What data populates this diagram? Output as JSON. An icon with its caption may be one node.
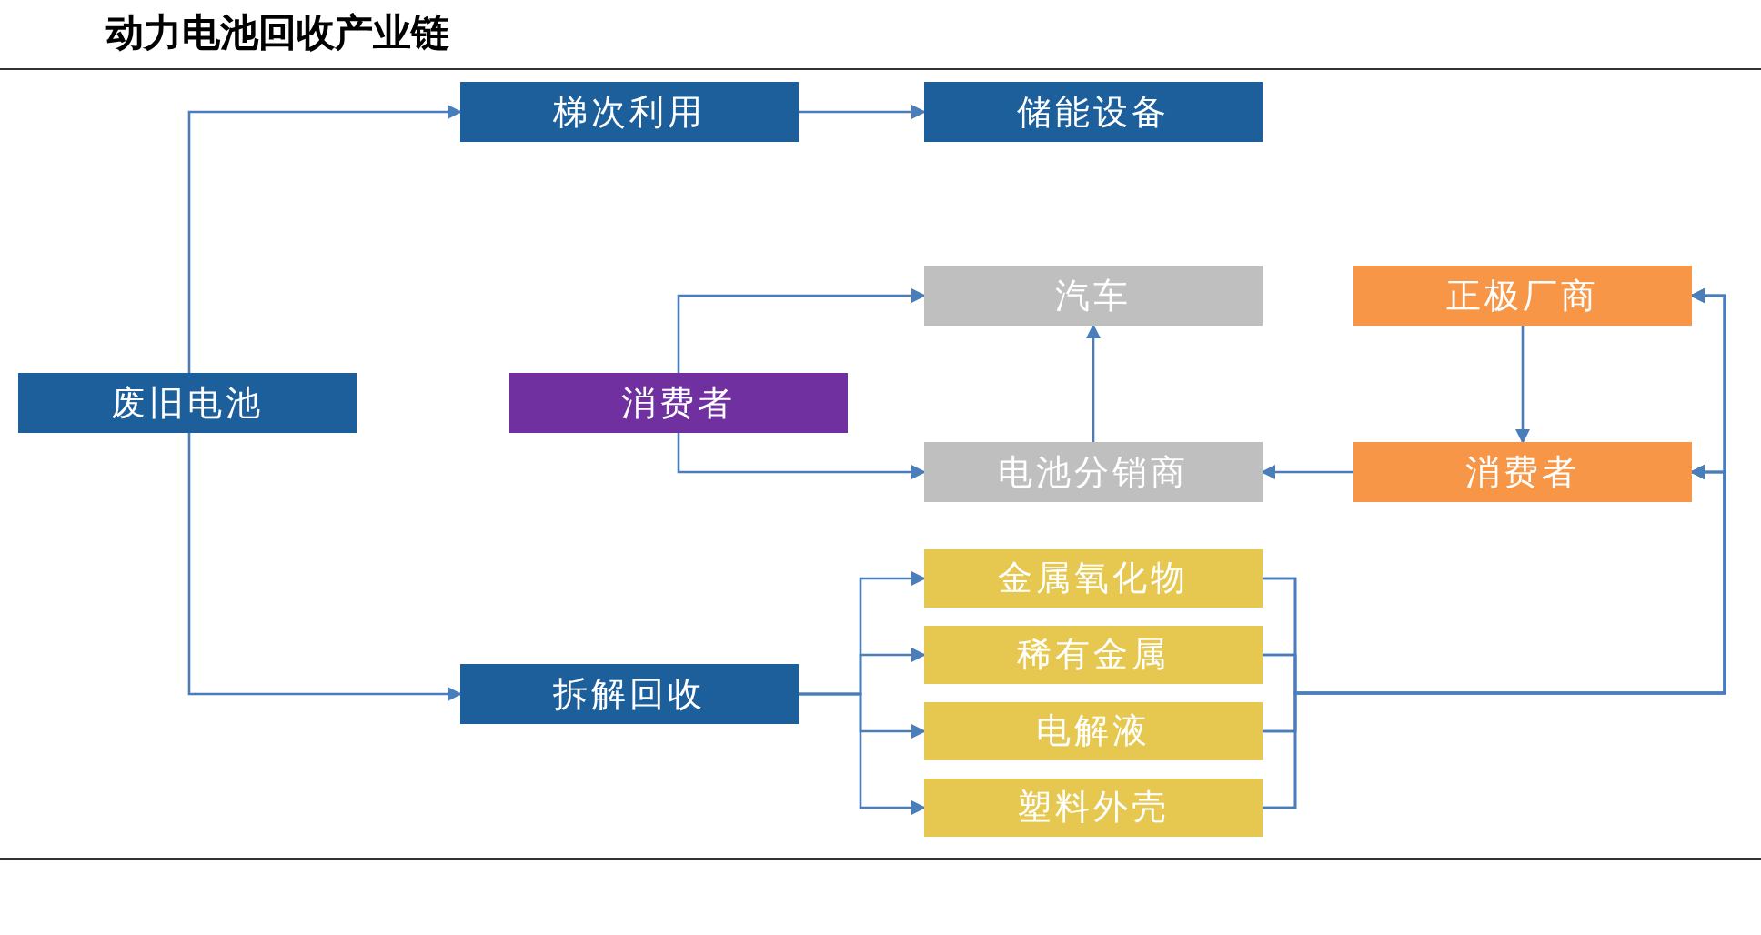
{
  "diagram": {
    "title": "动力电池回收产业链",
    "nodes": [
      {
        "text": [
          "废旧电池"
        ]
      },
      {
        "text": [
          "梯次利用"
        ]
      },
      {
        "text": [
          "储能设备"
        ]
      },
      {
        "text": [
          "消费者"
        ]
      },
      {
        "text": [
          "汽车"
        ]
      },
      {
        "text": [
          "电池分销商"
        ]
      },
      {
        "text": [
          "正极厂商"
        ]
      },
      {
        "text": [
          "消费者"
        ]
      },
      {
        "text": [
          "拆解回收"
        ]
      },
      {
        "text": [
          "金属氧化物"
        ]
      },
      {
        "text": [
          "稀有金属"
        ]
      },
      {
        "text": [
          "电解液"
        ]
      },
      {
        "text": [
          "塑料外壳"
        ]
      }
    ],
    "edges": [
      {
        "from": 0,
        "to": 1,
        "arrow": "to"
      },
      {
        "from": 0,
        "to": 8,
        "arrow": "to"
      },
      {
        "from": 1,
        "to": 2,
        "arrow": "to"
      },
      {
        "from": 3,
        "to": 4,
        "arrow": "to"
      },
      {
        "from": 3,
        "to": 5,
        "arrow": "to"
      },
      {
        "from": 5,
        "to": 4,
        "arrow": "to"
      },
      {
        "from": 7,
        "to": 5,
        "arrow": "to"
      },
      {
        "from": 6,
        "to": 7,
        "arrow": "to"
      },
      {
        "from": 8,
        "to": 9,
        "arrow": "to"
      },
      {
        "from": 8,
        "to": 10,
        "arrow": "to"
      },
      {
        "from": 8,
        "to": 11,
        "arrow": "to"
      },
      {
        "from": 8,
        "to": 12,
        "arrow": "to"
      },
      {
        "from": 9,
        "to": 6,
        "arrow": "to"
      },
      {
        "from": 10,
        "to": 6,
        "arrow": "to"
      },
      {
        "from": 11,
        "to": 6,
        "arrow": "to"
      },
      {
        "from": 12,
        "to": 6,
        "arrow": "to"
      },
      {
        "from": 9,
        "to": 7,
        "arrow": "to"
      },
      {
        "from": 10,
        "to": 7,
        "arrow": "to"
      },
      {
        "from": 11,
        "to": 7,
        "arrow": "to"
      },
      {
        "from": 12,
        "to": 7,
        "arrow": "to"
      }
    ]
  }
}
